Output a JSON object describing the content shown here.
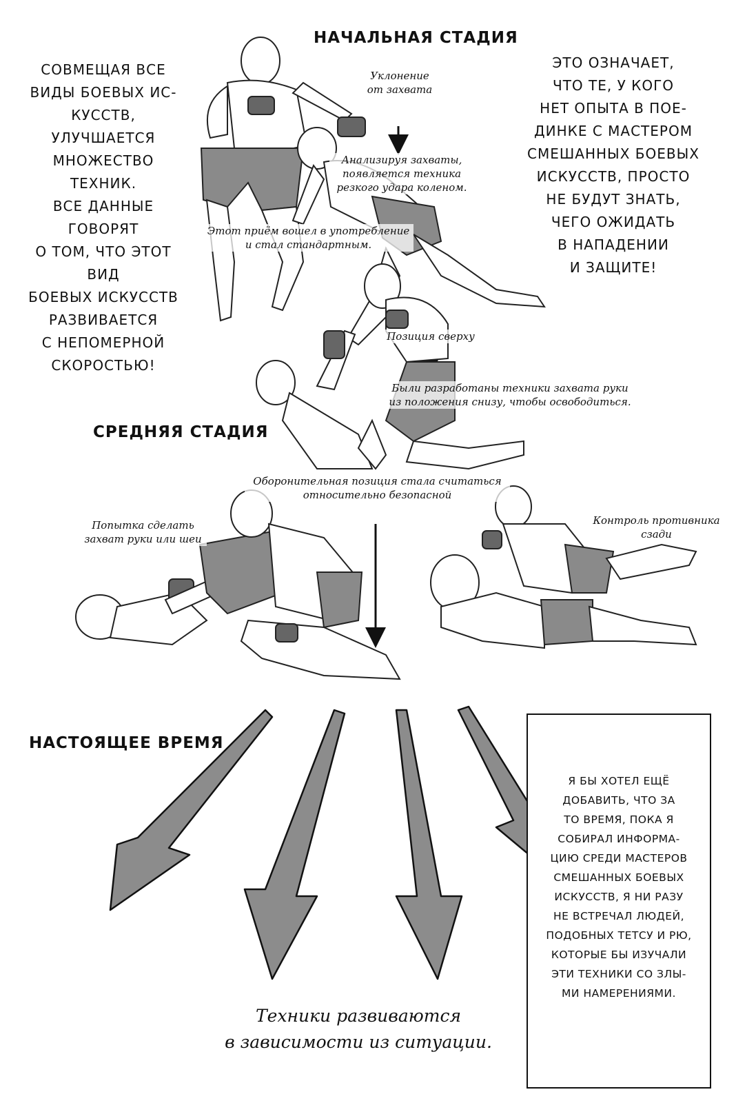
{
  "headings": {
    "initial": "НАЧАЛЬНАЯ СТАДИЯ",
    "middle": "СРЕДНЯЯ СТАДИЯ",
    "present": "НАСТОЯЩЕЕ ВРЕМЯ"
  },
  "left_block": "СОВМЕЩАЯ ВСЕ\nВИДЫ БОЕВЫХ ИС-\nКУССТВ, УЛУЧШАЕТСЯ\nМНОЖЕСТВО ТЕХНИК.\nВСЕ ДАННЫЕ ГОВОРЯТ\nО ТОМ, ЧТО ЭТОТ ВИД\nБОЕВЫХ ИСКУССТВ\nРАЗВИВАЕТСЯ\nС НЕПОМЕРНОЙ\nСКОРОСТЬЮ!",
  "right_block": "ЭТО ОЗНАЧАЕТ,\nЧТО ТЕ, У КОГО\nНЕТ ОПЫТА В ПОЕ-\nДИНКЕ С МАСТЕРОМ\nСМЕШАННЫХ БОЕВЫХ\nИСКУССТВ, ПРОСТО\nНЕ БУДУТ ЗНАТЬ,\nЧЕГО ОЖИДАТЬ\nВ НАПАДЕНИИ\nИ ЗАЩИТЕ!",
  "notes": {
    "evasion": "Уклонение\nот захвата",
    "knee": "Анализируя захваты,\nпоявляется техника\nрезкого удара коленом.",
    "standard": "Этот приём вошел в употребление\nи стал стандартным.",
    "top": "Позиция сверху",
    "arm_grab": "Были разработаны техники захвата руки\nиз положения снизу, чтобы освободиться.",
    "defensive": "Оборонительная позиция стала считаться\nотносительно безопасной",
    "attempt": "Попытка сделать\nзахват руки или шеи",
    "control": "Контроль противника\nсзади"
  },
  "box_text": "Я БЫ ХОТЕЛ ЕЩЁ\nДОБАВИТЬ, ЧТО ЗА\nТО ВРЕМЯ, ПОКА Я\nСОБИРАЛ ИНФОРМА-\nЦИЮ СРЕДИ МАСТЕРОВ\nСМЕШАННЫХ БОЕВЫХ\nИСКУССТВ, Я НИ РАЗУ\nНЕ ВСТРЕЧАЛ ЛЮДЕЙ,\nПОДОБНЫХ ТЕТСУ И РЮ,\nКОТОРЫЕ БЫ ИЗУЧАЛИ\nЭТИ ТЕХНИКИ СО ЗЛЫ-\nМИ НАМЕРЕНИЯМИ.",
  "final_text": "Техники развиваются\nв зависимости из ситуации.",
  "colors": {
    "arrow_fill": "#8c8c8c",
    "shorts": "#8a8a8a",
    "ink": "#111111"
  }
}
